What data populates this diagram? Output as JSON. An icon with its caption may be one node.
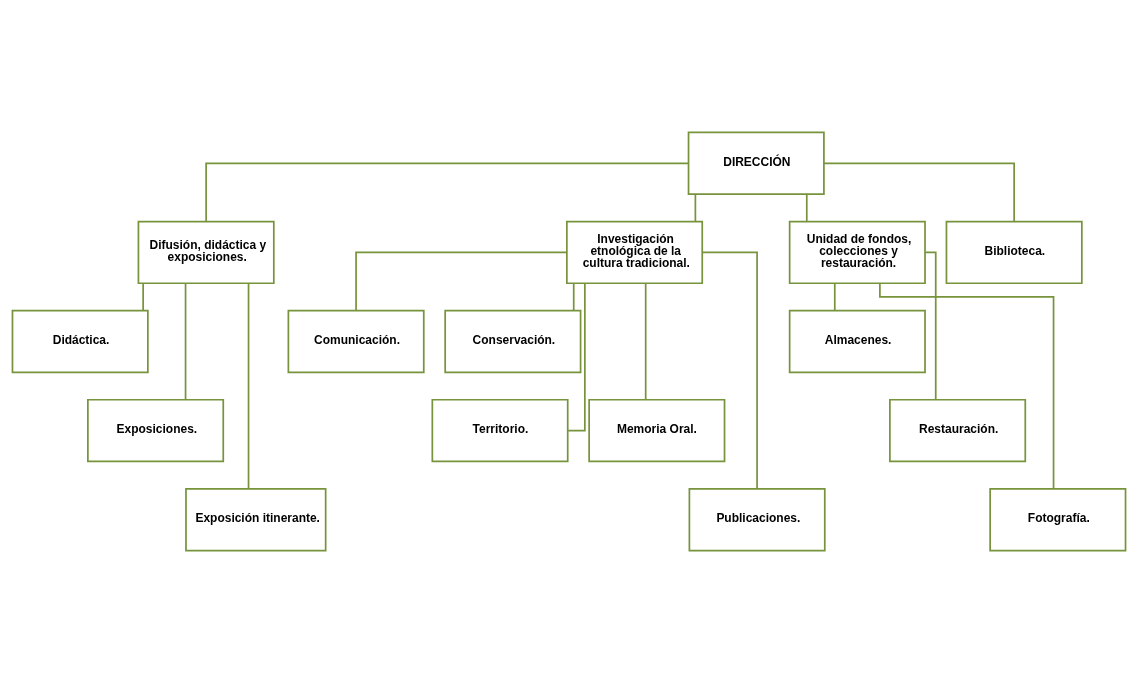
{
  "diagram": {
    "nodes": [
      {
        "text": [
          "DIRECCIÓN"
        ]
      },
      {
        "text": [
          "Difusión, didáctica y exposiciones."
        ]
      },
      {
        "text": [
          "Investigación etnológica de la cultura tradicional."
        ]
      },
      {
        "text": [
          "Unidad de fondos, colecciones y restauración."
        ]
      },
      {
        "text": [
          "Biblioteca."
        ]
      },
      {
        "text": [
          "Didáctica."
        ]
      },
      {
        "text": [
          "Exposiciones."
        ]
      },
      {
        "text": [
          "Exposición itinerante."
        ]
      },
      {
        "text": [
          "Comunicación."
        ]
      },
      {
        "text": [
          "Conservación."
        ]
      },
      {
        "text": [
          "Territorio."
        ]
      },
      {
        "text": [
          "Memoria Oral."
        ]
      },
      {
        "text": [
          "Publicaciones."
        ]
      },
      {
        "text": [
          "Almacenes."
        ]
      },
      {
        "text": [
          "Restauración."
        ]
      },
      {
        "text": [
          "Fotografía."
        ]
      }
    ],
    "edges": [
      {
        "from": 0,
        "to": 1,
        "arrow": "none"
      },
      {
        "from": 0,
        "to": 2,
        "arrow": "none"
      },
      {
        "from": 0,
        "to": 3,
        "arrow": "none"
      },
      {
        "from": 0,
        "to": 4,
        "arrow": "none"
      },
      {
        "from": 1,
        "to": 5,
        "arrow": "none"
      },
      {
        "from": 1,
        "to": 6,
        "arrow": "none"
      },
      {
        "from": 1,
        "to": 7,
        "arrow": "none"
      },
      {
        "from": 2,
        "to": 8,
        "arrow": "none"
      },
      {
        "from": 2,
        "to": 9,
        "arrow": "none"
      },
      {
        "from": 2,
        "to": 10,
        "arrow": "none"
      },
      {
        "from": 2,
        "to": 11,
        "arrow": "none"
      },
      {
        "from": 2,
        "to": 12,
        "arrow": "none"
      },
      {
        "from": 3,
        "to": 13,
        "arrow": "none"
      },
      {
        "from": 3,
        "to": 14,
        "arrow": "none"
      },
      {
        "from": 3,
        "to": 15,
        "arrow": "none"
      }
    ]
  }
}
